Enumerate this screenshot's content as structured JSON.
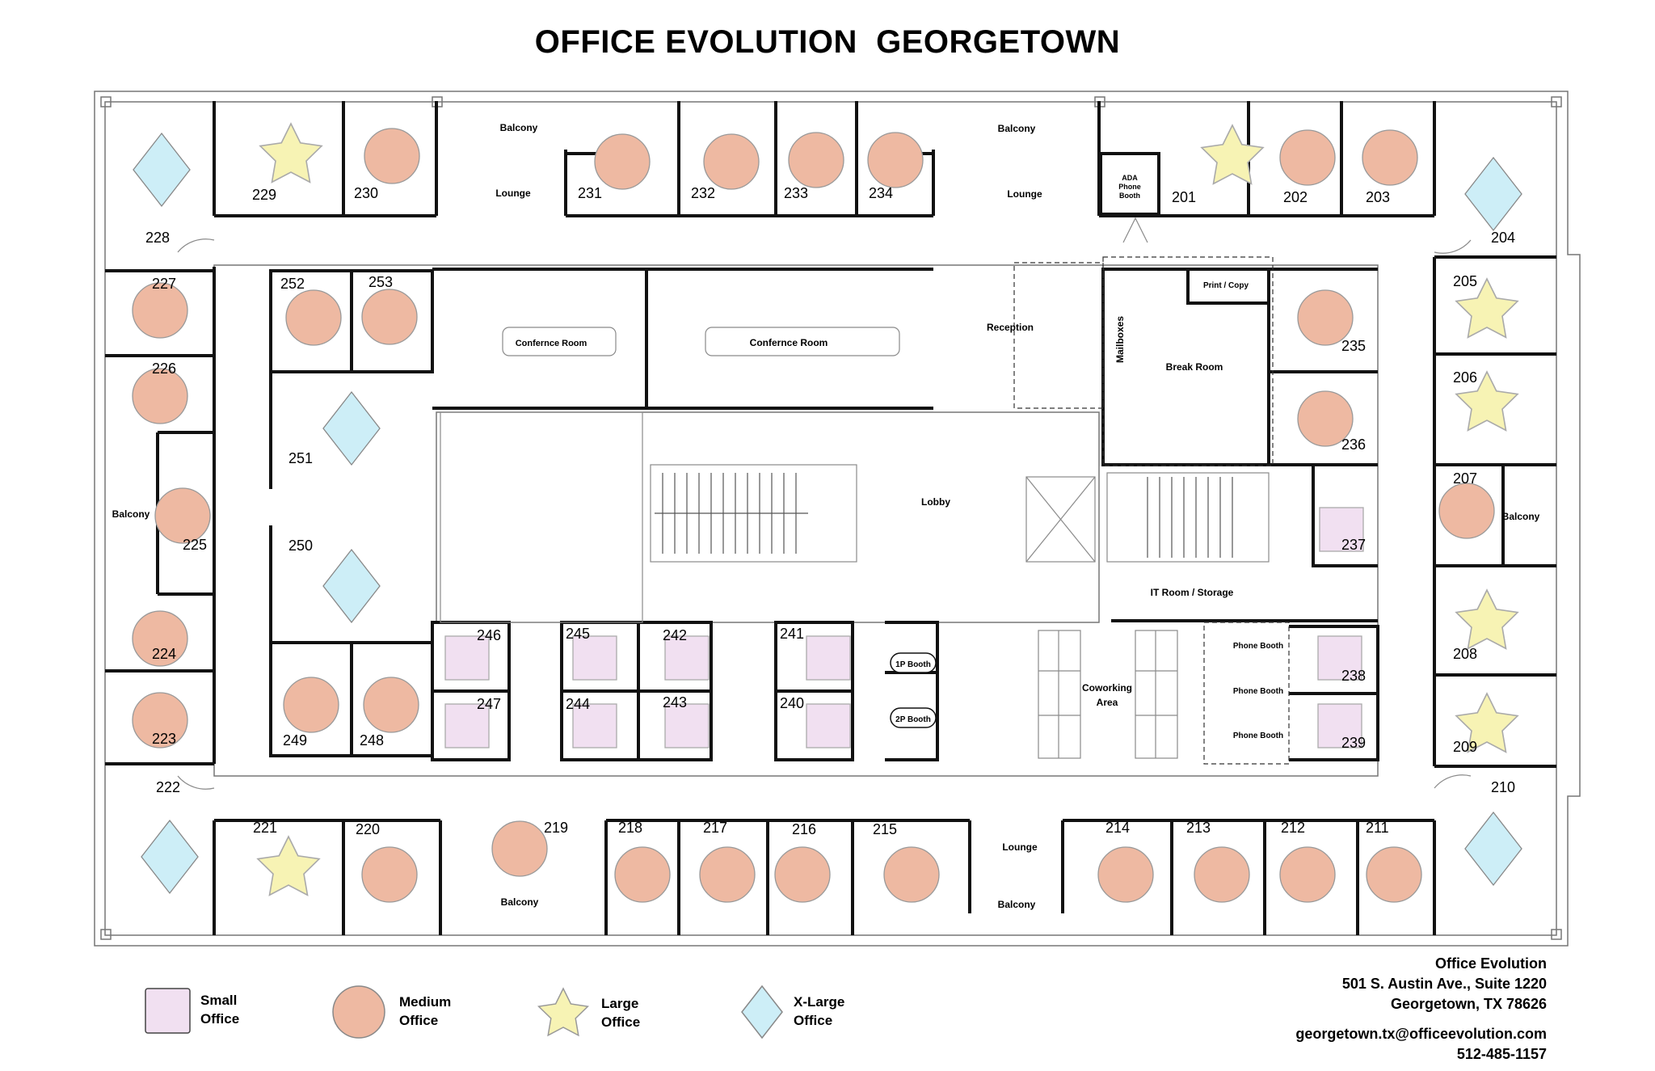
{
  "title": "OFFICE EVOLUTION  GEORGETOWN",
  "colors": {
    "small_office": "#f1e0f1",
    "medium_office": "#eeb9a2",
    "large_office": "#f7f3b4",
    "xlarge_office": "#cdeef7",
    "wall": "#111111",
    "thin_line": "#777777"
  },
  "legend": [
    {
      "key": "small",
      "shape": "square",
      "line1": "Small",
      "line2": "Office"
    },
    {
      "key": "medium",
      "shape": "circle",
      "line1": "Medium",
      "line2": "Office"
    },
    {
      "key": "large",
      "shape": "star",
      "line1": "Large",
      "line2": "Office"
    },
    {
      "key": "xlarge",
      "shape": "diamond",
      "line1": "X-Large",
      "line2": "Office"
    }
  ],
  "contact": {
    "name": "Office Evolution",
    "address1": "501 S. Austin Ave., Suite 1220",
    "address2": "Georgetown, TX 78626",
    "email": "georgetown.tx@officeevolution.com",
    "phone": "512-485-1157"
  },
  "offices": [
    {
      "number": "201",
      "type": "large"
    },
    {
      "number": "202",
      "type": "medium"
    },
    {
      "number": "203",
      "type": "medium"
    },
    {
      "number": "204",
      "type": "xlarge"
    },
    {
      "number": "205",
      "type": "large"
    },
    {
      "number": "206",
      "type": "large"
    },
    {
      "number": "207",
      "type": "medium"
    },
    {
      "number": "208",
      "type": "large"
    },
    {
      "number": "209",
      "type": "large"
    },
    {
      "number": "210",
      "type": "xlarge"
    },
    {
      "number": "211",
      "type": "medium"
    },
    {
      "number": "212",
      "type": "medium"
    },
    {
      "number": "213",
      "type": "medium"
    },
    {
      "number": "214",
      "type": "medium"
    },
    {
      "number": "215",
      "type": "medium"
    },
    {
      "number": "216",
      "type": "medium"
    },
    {
      "number": "217",
      "type": "medium"
    },
    {
      "number": "218",
      "type": "medium"
    },
    {
      "number": "219",
      "type": "medium"
    },
    {
      "number": "220",
      "type": "medium"
    },
    {
      "number": "221",
      "type": "large"
    },
    {
      "number": "222",
      "type": "xlarge"
    },
    {
      "number": "223",
      "type": "medium"
    },
    {
      "number": "224",
      "type": "medium"
    },
    {
      "number": "225",
      "type": "medium"
    },
    {
      "number": "226",
      "type": "medium"
    },
    {
      "number": "227",
      "type": "medium"
    },
    {
      "number": "228",
      "type": "xlarge"
    },
    {
      "number": "229",
      "type": "large"
    },
    {
      "number": "230",
      "type": "medium"
    },
    {
      "number": "231",
      "type": "medium"
    },
    {
      "number": "232",
      "type": "medium"
    },
    {
      "number": "233",
      "type": "medium"
    },
    {
      "number": "234",
      "type": "medium"
    },
    {
      "number": "235",
      "type": "medium"
    },
    {
      "number": "236",
      "type": "medium"
    },
    {
      "number": "237",
      "type": "small"
    },
    {
      "number": "238",
      "type": "small"
    },
    {
      "number": "239",
      "type": "small"
    },
    {
      "number": "240",
      "type": "small"
    },
    {
      "number": "241",
      "type": "small"
    },
    {
      "number": "242",
      "type": "small"
    },
    {
      "number": "243",
      "type": "small"
    },
    {
      "number": "244",
      "type": "small"
    },
    {
      "number": "245",
      "type": "small"
    },
    {
      "number": "246",
      "type": "small"
    },
    {
      "number": "247",
      "type": "small"
    },
    {
      "number": "248",
      "type": "medium"
    },
    {
      "number": "249",
      "type": "medium"
    },
    {
      "number": "250",
      "type": "xlarge"
    },
    {
      "number": "251",
      "type": "xlarge"
    },
    {
      "number": "252",
      "type": "medium"
    },
    {
      "number": "253",
      "type": "medium"
    }
  ],
  "areas": {
    "balcony_top_left": "Balcony",
    "balcony_top_right": "Balcony",
    "balcony_left": "Balcony",
    "balcony_right": "Balcony",
    "balcony_bottom_left": "Balcony",
    "balcony_bottom_right": "Balcony",
    "lounge_top_left": "Lounge",
    "lounge_top_right": "Lounge",
    "lounge_bottom": "Lounge",
    "ada_line1": "ADA",
    "ada_line2": "Phone",
    "ada_line3": "Booth",
    "conference_small": "Confernce Room",
    "conference_large": "Confernce Room",
    "reception": "Reception",
    "mailboxes": "Mailboxes",
    "print_copy": "Print / Copy",
    "break_room": "Break Room",
    "lobby": "Lobby",
    "it_room": "IT Room / Storage",
    "coworking_line1": "Coworking",
    "coworking_line2": "Area",
    "booth_1p": "1P Booth",
    "booth_2p": "2P Booth",
    "phone_booth_1": "Phone Booth",
    "phone_booth_2": "Phone Booth",
    "phone_booth_3": "Phone Booth"
  }
}
